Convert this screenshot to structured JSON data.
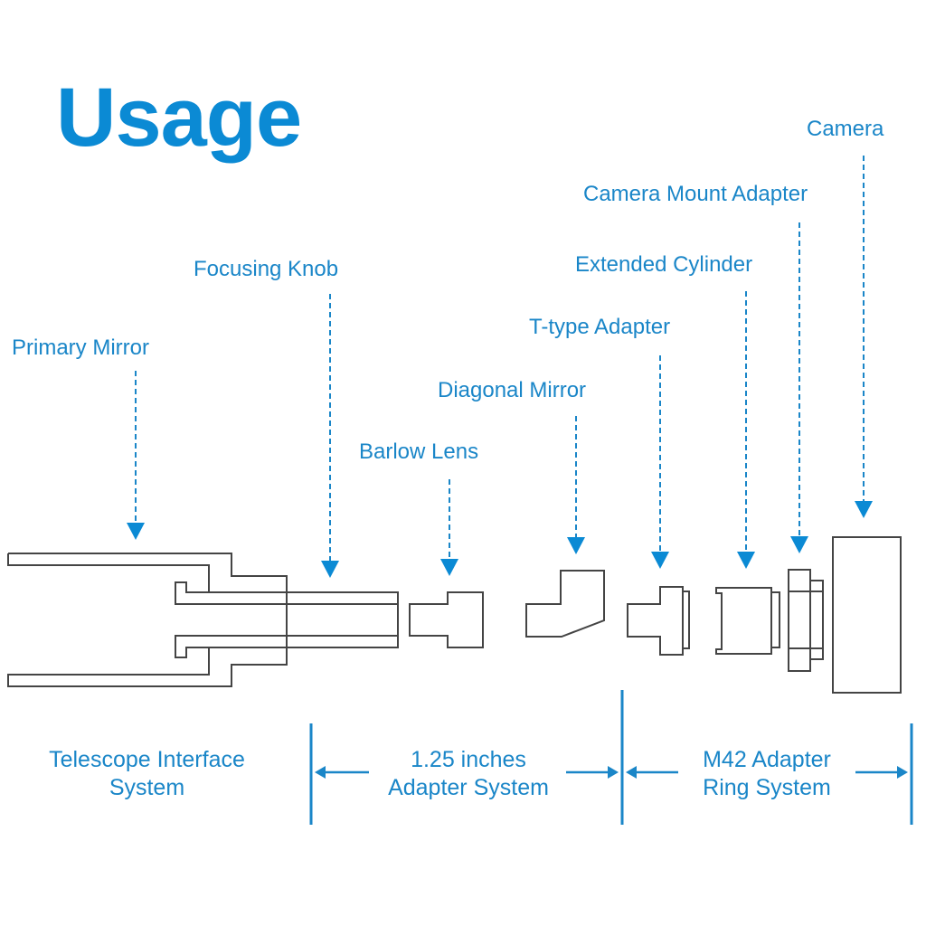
{
  "title": "Usage",
  "colors": {
    "accent": "#1a86c8",
    "title": "#0b8ad4",
    "outline": "#444444"
  },
  "components": [
    {
      "id": "primary-mirror",
      "label": "Primary Mirror"
    },
    {
      "id": "focusing-knob",
      "label": "Focusing Knob"
    },
    {
      "id": "barlow-lens",
      "label": "Barlow Lens"
    },
    {
      "id": "diagonal-mirror",
      "label": "Diagonal Mirror"
    },
    {
      "id": "t-type-adapter",
      "label": "T-type Adapter"
    },
    {
      "id": "extended-cylinder",
      "label": "Extended Cylinder"
    },
    {
      "id": "camera-mount-adapter",
      "label": "Camera Mount Adapter"
    },
    {
      "id": "camera",
      "label": "Camera"
    }
  ],
  "systems": [
    {
      "id": "telescope-interface",
      "line1": "Telescope Interface",
      "line2": "System"
    },
    {
      "id": "adapter-125",
      "line1": "1.25 inches",
      "line2": "Adapter System"
    },
    {
      "id": "m42-ring",
      "line1": "M42 Adapter",
      "line2": "Ring System"
    }
  ]
}
